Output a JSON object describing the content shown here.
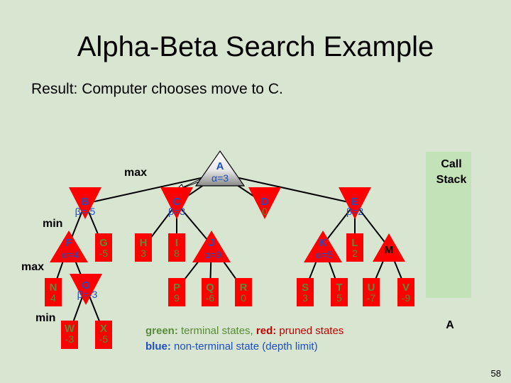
{
  "title": "Alpha-Beta Search Example",
  "subtitle": "Result: Computer chooses move to C.",
  "levels": {
    "max1": "max",
    "min1": "min",
    "max2": "max",
    "min2": "min"
  },
  "call_stack": {
    "line1": "Call",
    "line2": "Stack",
    "item": "A"
  },
  "legend": {
    "green": "green:",
    "green_text": " terminal states, ",
    "red": "red:",
    "red_text": " pruned states",
    "blue": "blue:",
    "blue_text": " non-terminal state (depth limit)"
  },
  "page_number": "58",
  "colors": {
    "background": "#d8e5d0",
    "node_fill": "#ff0000",
    "terminal_text": "#5a8a3a",
    "nonterminal_text": "#1f4fbf",
    "call_stack": "#c3e2b8"
  },
  "nodes": {
    "A": {
      "label": "A",
      "annot": "α=3"
    },
    "B": {
      "label": "B",
      "annot": "β=-5"
    },
    "C": {
      "label": "C",
      "annot": "β=3"
    },
    "D": {
      "label": "D",
      "value": "0"
    },
    "E": {
      "label": "E",
      "annot": "β=2"
    },
    "F": {
      "label": "F",
      "annot": "α=4"
    },
    "G": {
      "label": "G",
      "value": "-5"
    },
    "H": {
      "label": "H",
      "value": "3"
    },
    "I": {
      "label": "I",
      "value": "8"
    },
    "J": {
      "label": "J",
      "annot": "α=9"
    },
    "K": {
      "label": "K",
      "annot": "α=5"
    },
    "L": {
      "label": "L",
      "value": "2"
    },
    "M": {
      "label": "M"
    },
    "N": {
      "label": "N",
      "value": "4"
    },
    "O": {
      "label": "O",
      "annot": "β=-3"
    },
    "P": {
      "label": "P",
      "value": "9"
    },
    "Q": {
      "label": "Q",
      "value": "-6"
    },
    "R": {
      "label": "R",
      "value": "0"
    },
    "S": {
      "label": "S",
      "value": "3"
    },
    "T": {
      "label": "T",
      "value": "5"
    },
    "U": {
      "label": "U",
      "value": "-7"
    },
    "V": {
      "label": "V",
      "value": "-9"
    },
    "W": {
      "label": "W",
      "value": "-3"
    },
    "X": {
      "label": "X",
      "value": "-5"
    }
  }
}
